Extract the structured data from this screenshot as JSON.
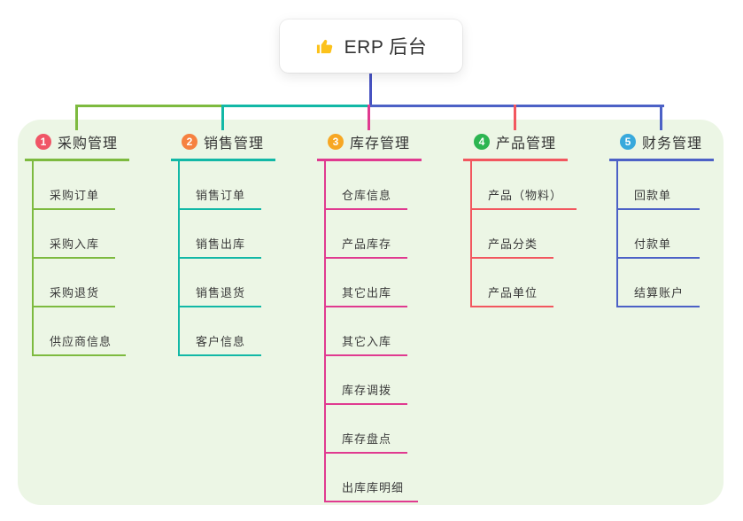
{
  "root": {
    "icon": "thumbs-up",
    "label": "ERP 后台"
  },
  "branches": [
    {
      "num": "1",
      "title": "采购管理",
      "badge_color": "#f05566",
      "line_color": "#7dba3f",
      "items": [
        "采购订单",
        "采购入库",
        "采购退货",
        "供应商信息"
      ]
    },
    {
      "num": "2",
      "title": "销售管理",
      "badge_color": "#f68140",
      "line_color": "#12b8a6",
      "items": [
        "销售订单",
        "销售出库",
        "销售退货",
        "客户信息"
      ]
    },
    {
      "num": "3",
      "title": "库存管理",
      "badge_color": "#f7a723",
      "line_color": "#e03a90",
      "items": [
        "仓库信息",
        "产品库存",
        "其它出库",
        "其它入库",
        "库存调拨",
        "库存盘点",
        "出库库明细"
      ]
    },
    {
      "num": "4",
      "title": "产品管理",
      "badge_color": "#2cb551",
      "line_color": "#f2575f",
      "items": [
        "产品（物料）",
        "产品分类",
        "产品单位"
      ]
    },
    {
      "num": "5",
      "title": "财务管理",
      "badge_color": "#38a9dc",
      "line_color": "#4c61c6",
      "items": [
        "回款单",
        "付款单",
        "结算账户"
      ]
    }
  ],
  "colors": {
    "canvas_bg": "#ffffff",
    "board_bg": "#ecf6e5",
    "root_stem": "#4752c1",
    "title_text": "#333333",
    "item_text": "#3a3a3a"
  }
}
